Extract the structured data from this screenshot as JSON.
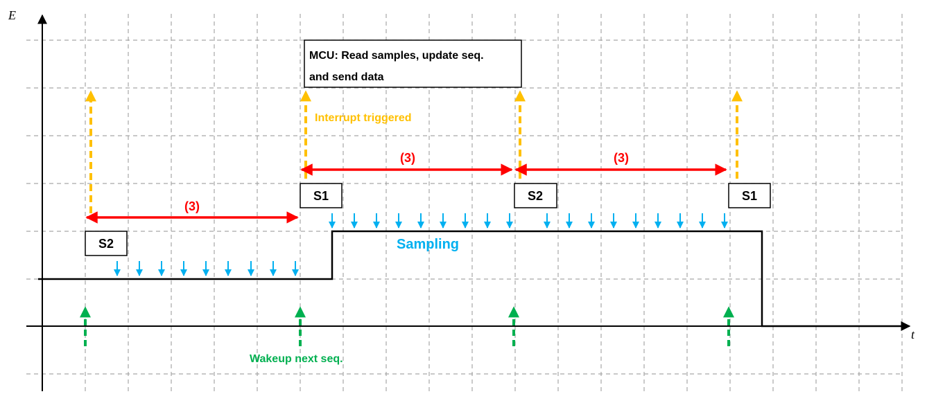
{
  "axes": {
    "y_label": "E",
    "x_label": "t"
  },
  "labels": {
    "mcu_line1": "MCU: Read samples, update seq.",
    "mcu_line2": "and send data",
    "interrupt": "Interrupt triggered",
    "sampling": "Sampling",
    "wakeup": "Wakeup next seq.",
    "interval": "(3)",
    "s1": "S1",
    "s2": "S2"
  },
  "colors": {
    "grid": "#a6a6a6",
    "axis": "#000000",
    "interval_arrow": "#ff0000",
    "interrupt_arrow": "#ffc000",
    "sample_arrow": "#00b0f0",
    "wakeup_arrow": "#00b050",
    "box_border": "#000000",
    "text_dark": "#000000"
  }
}
